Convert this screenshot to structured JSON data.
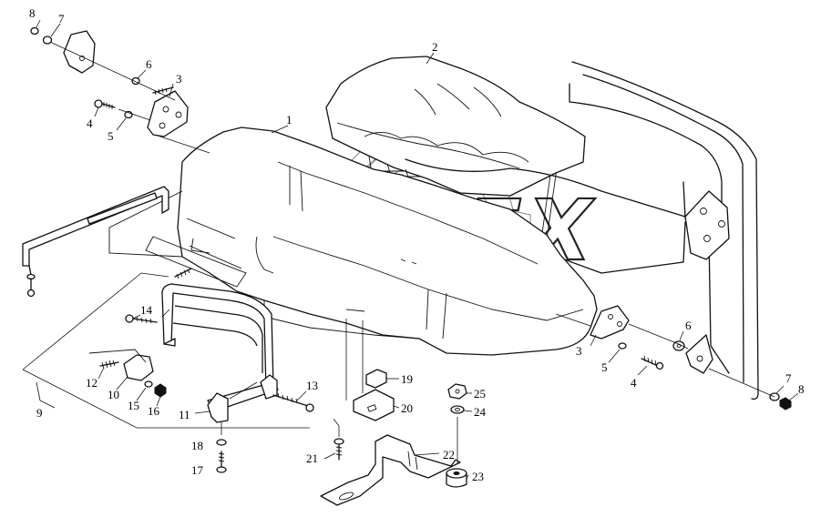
{
  "watermark": {
    "text": "OPEX"
  },
  "callouts": [
    {
      "id": "c8a",
      "label": "8"
    },
    {
      "id": "c7a",
      "label": "7"
    },
    {
      "id": "c6a",
      "label": "6"
    },
    {
      "id": "c3a",
      "label": "3"
    },
    {
      "id": "c4a",
      "label": "4"
    },
    {
      "id": "c5a",
      "label": "5"
    },
    {
      "id": "c2",
      "label": "2"
    },
    {
      "id": "c1",
      "label": "1"
    },
    {
      "id": "c14",
      "label": "14"
    },
    {
      "id": "c12",
      "label": "12"
    },
    {
      "id": "c10",
      "label": "10"
    },
    {
      "id": "c15",
      "label": "15"
    },
    {
      "id": "c16",
      "label": "16"
    },
    {
      "id": "c9",
      "label": "9"
    },
    {
      "id": "c11",
      "label": "11"
    },
    {
      "id": "c13",
      "label": "13"
    },
    {
      "id": "c18",
      "label": "18"
    },
    {
      "id": "c17",
      "label": "17"
    },
    {
      "id": "c19",
      "label": "19"
    },
    {
      "id": "c20",
      "label": "20"
    },
    {
      "id": "c21",
      "label": "21"
    },
    {
      "id": "c22",
      "label": "22"
    },
    {
      "id": "c23",
      "label": "23"
    },
    {
      "id": "c25",
      "label": "25"
    },
    {
      "id": "c24",
      "label": "24"
    },
    {
      "id": "c3b",
      "label": "3"
    },
    {
      "id": "c6b",
      "label": "6"
    },
    {
      "id": "c5b",
      "label": "5"
    },
    {
      "id": "c4b",
      "label": "4"
    },
    {
      "id": "c7b",
      "label": "7"
    },
    {
      "id": "c8b",
      "label": "8"
    }
  ]
}
